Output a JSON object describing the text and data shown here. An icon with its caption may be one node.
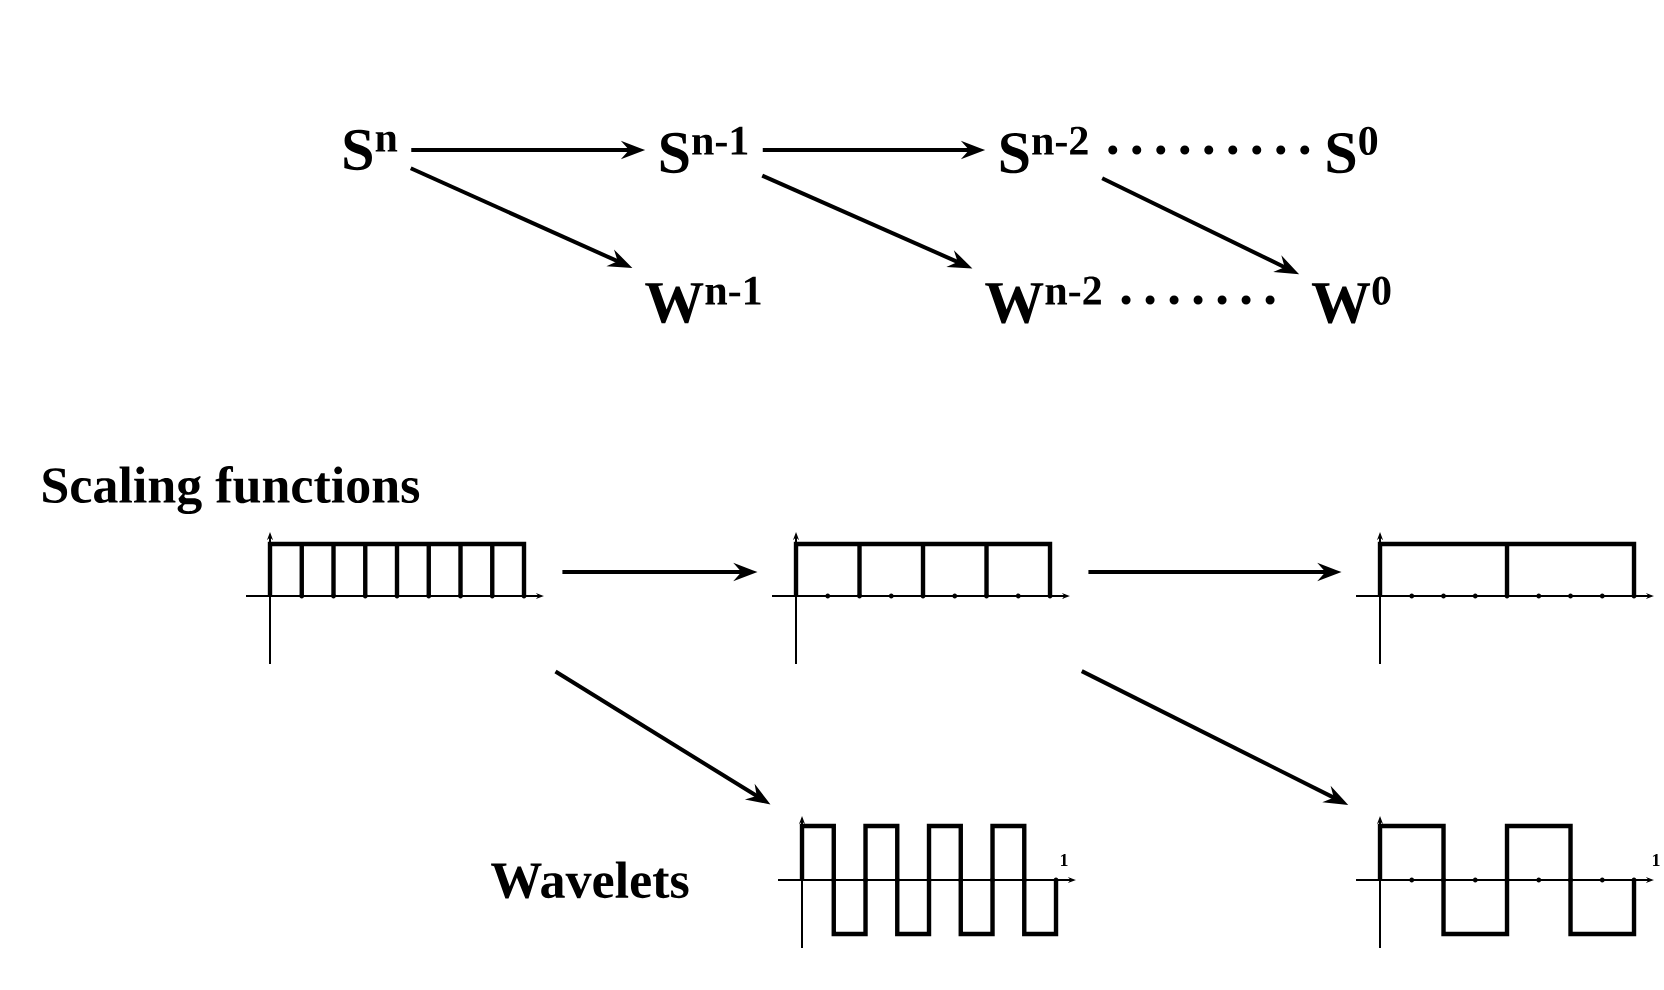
{
  "diagram": {
    "nodes": [
      {
        "text": [
          "S$^{n}$"
        ]
      },
      {
        "text": [
          "S$^{n-1}$"
        ]
      },
      {
        "text": [
          "S$^{n-2}$"
        ]
      },
      {
        "text": [
          "S$^{0}$"
        ]
      },
      {
        "text": [
          "W$^{n-1}$"
        ]
      },
      {
        "text": [
          "W$^{n-2}$"
        ]
      },
      {
        "text": [
          "W$^{0}$"
        ]
      },
      {
        "text": [],
        "shape": "picture"
      },
      {
        "text": [],
        "shape": "picture"
      },
      {
        "text": [],
        "shape": "picture"
      },
      {
        "text": [],
        "shape": "picture"
      },
      {
        "text": [],
        "shape": "picture"
      }
    ],
    "edges": [
      {
        "from": 0,
        "to": 1,
        "arrow": "to"
      },
      {
        "from": 1,
        "to": 2,
        "arrow": "to"
      },
      {
        "from": 2,
        "to": 3,
        "arrow": "none",
        "style": "dashed"
      },
      {
        "from": 0,
        "to": 4,
        "arrow": "to"
      },
      {
        "from": 1,
        "to": 5,
        "arrow": "to"
      },
      {
        "from": 2,
        "to": 6,
        "arrow": "to"
      },
      {
        "from": 5,
        "to": 6,
        "arrow": "none",
        "style": "dashed"
      },
      {
        "from": 7,
        "to": 8,
        "arrow": "to"
      },
      {
        "from": 8,
        "to": 9,
        "arrow": "to"
      },
      {
        "from": 7,
        "to": 10,
        "arrow": "to"
      },
      {
        "from": 8,
        "to": 11,
        "arrow": "to"
      }
    ],
    "labels": [
      "Scaling functions",
      "Wavelets",
      "1",
      "1"
    ]
  }
}
